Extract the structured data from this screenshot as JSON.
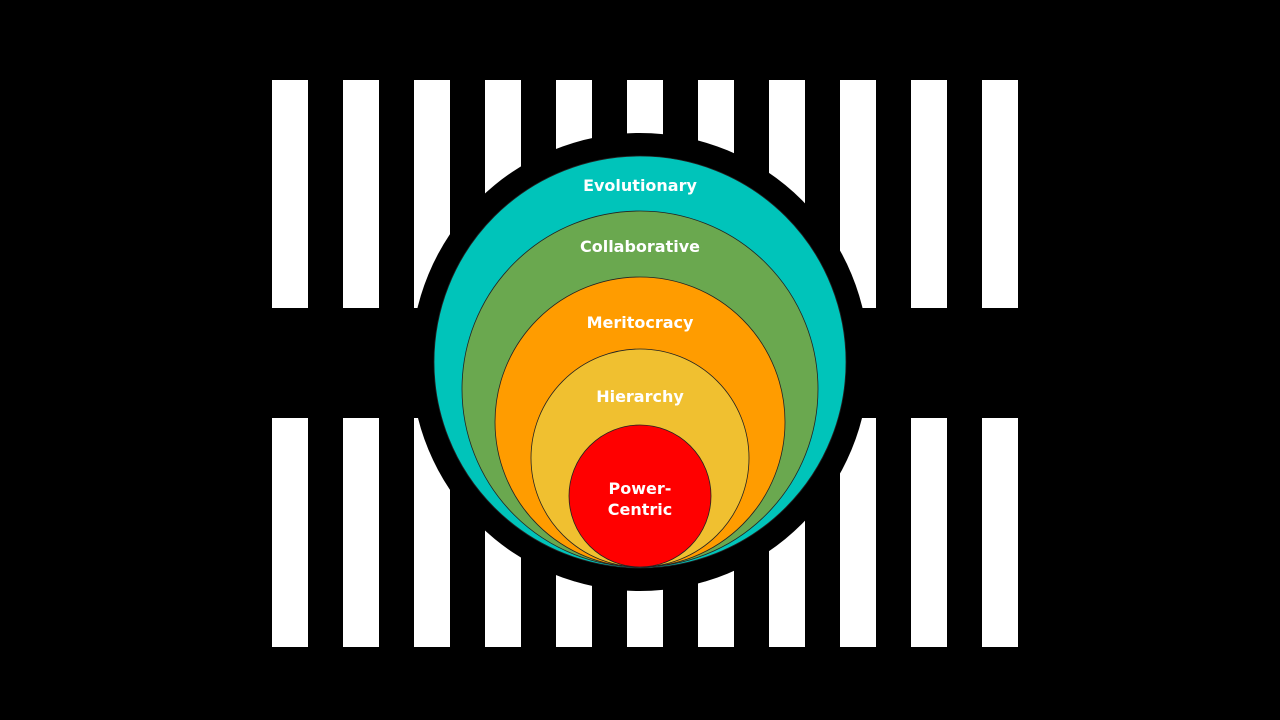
{
  "diagram": {
    "layers": [
      {
        "label": "Evolutionary",
        "color": "#00C4BA"
      },
      {
        "label": "Collaborative",
        "color": "#6AA84F"
      },
      {
        "label": "Meritocracy",
        "color": "#FF9C00"
      },
      {
        "label": "Hierarchy",
        "color": "#F0C030"
      },
      {
        "label_line1": "Power-",
        "label_line2": "Centric",
        "color": "#FF0000"
      }
    ]
  }
}
